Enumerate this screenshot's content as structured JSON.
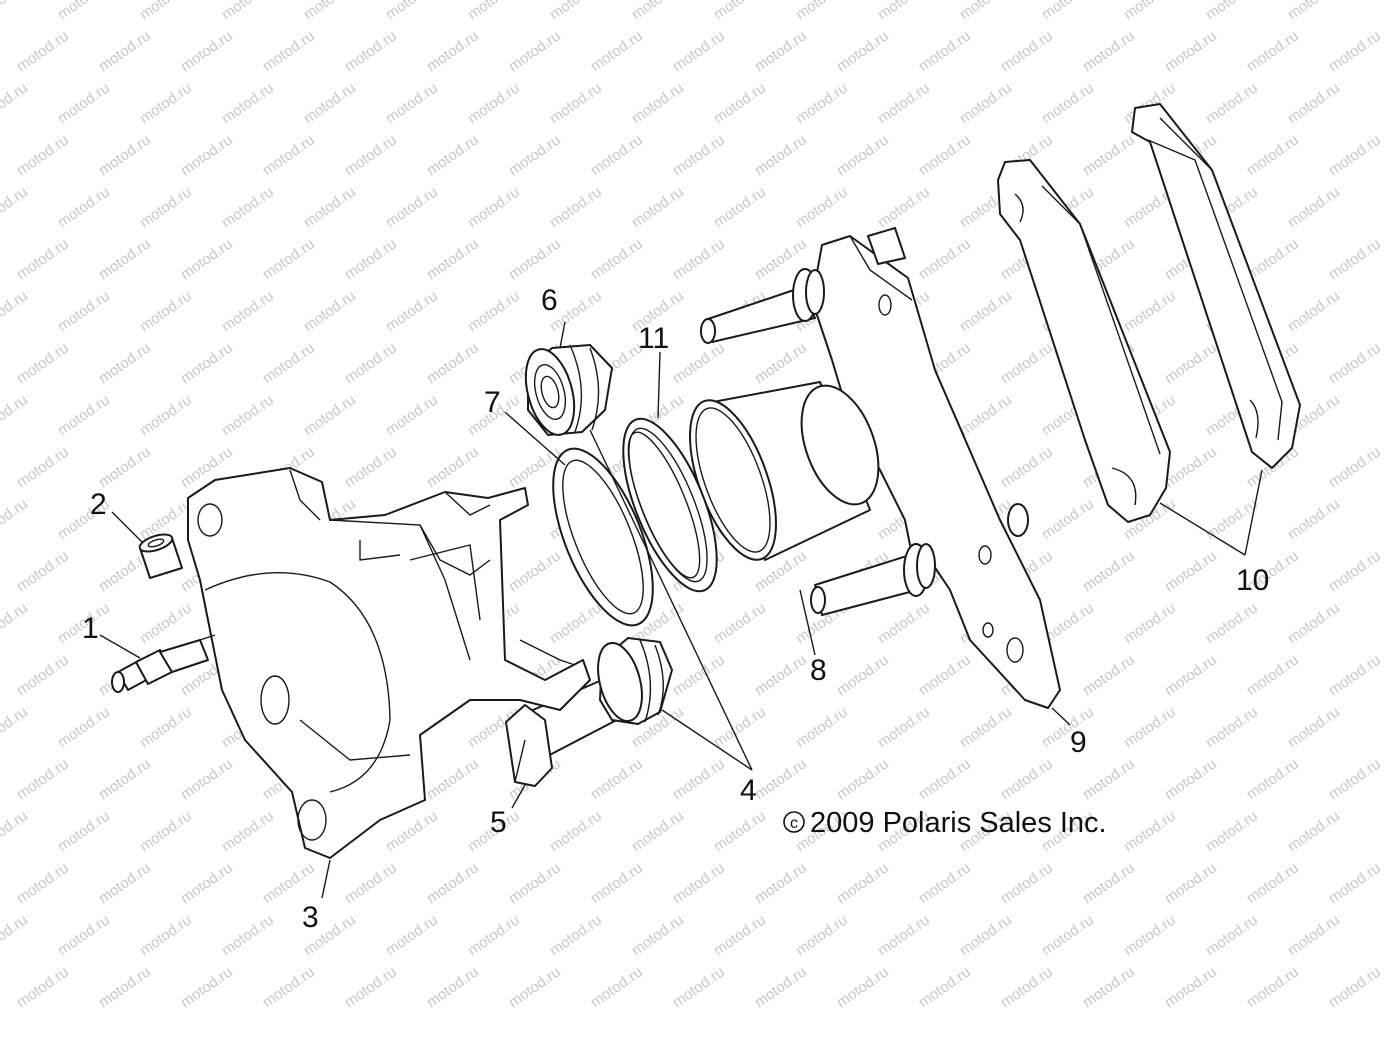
{
  "watermark": "motod.ru",
  "copyright": {
    "symbol": "c",
    "text": "2009 Polaris Sales Inc."
  },
  "callouts": [
    "1",
    "2",
    "3",
    "4",
    "5",
    "6",
    "7",
    "8",
    "9",
    "10",
    "11"
  ],
  "colors": {
    "line": "#1a1a1a",
    "watermark": "#c8c8c8",
    "background": "#ffffff"
  }
}
